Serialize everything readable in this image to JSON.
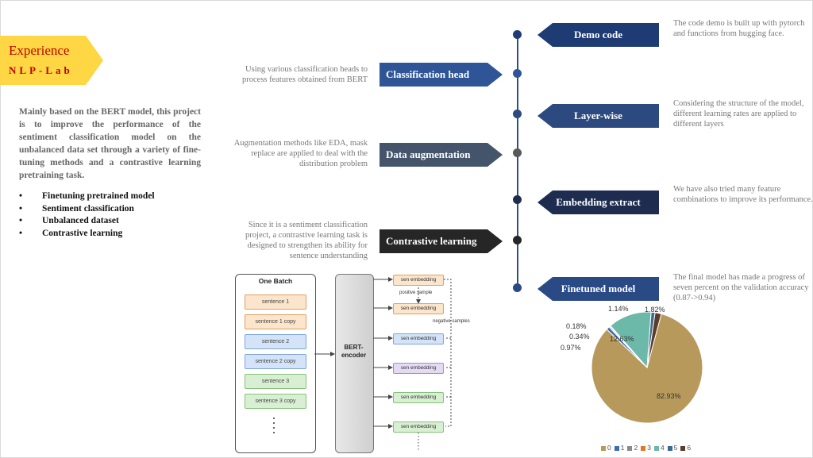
{
  "badge": {
    "title": "Experience",
    "subtitle": "NLP-Lab"
  },
  "description": "Mainly based on the BERT model, this project is to improve the performance of the sentiment classification model on the unbalanced data set through a variety of fine-tuning methods and a contrastive learning pretraining task.",
  "bullets": [
    "Finetuning pretrained model",
    "Sentiment classification",
    "Unbalanced dataset",
    "Contrastive learning"
  ],
  "right_items": [
    {
      "label": "Demo code",
      "note": "The code demo is built up with pytorch and functions from hugging face.",
      "color": "#1f3b73"
    },
    {
      "label": "Layer-wise",
      "note": "Considering the structure of the model, different learning rates are applied to different layers",
      "color": "#2c4a80"
    },
    {
      "label": "Embedding extract",
      "note": "We have also tried many feature combinations to improve its performance.",
      "color": "#1e2d4f"
    },
    {
      "label": "Finetuned model",
      "note": "The final model has made a progress of seven percent on the validation accuracy (0.87->0.94)",
      "color": "#2a4a86"
    }
  ],
  "left_items": [
    {
      "label": "Classification head",
      "note": "Using various classification heads to process features obtained from BERT",
      "color": "#2f5597"
    },
    {
      "label": "Data augmentation",
      "note": "Augmentation methods like EDA, mask replace are applied to deal with the distribution problem",
      "color": "#44546a"
    },
    {
      "label": "Contrastive learning",
      "note": "Since it is a sentiment classification project, a contrastive learning task is designed to strengthen its ability for sentence understanding",
      "color": "#262626"
    }
  ],
  "diagram": {
    "batch_title": "One Batch",
    "sentences": [
      "sentence 1",
      "sentence 1 copy",
      "sentence 2",
      "sentence 2 copy",
      "sentence 3",
      "sentence 3 copy"
    ],
    "encoder": "BERT-encoder",
    "embedding_label": "sen embedding",
    "positive_label": "positive sample",
    "negative_label": "negative samples"
  },
  "chart_data": {
    "type": "pie",
    "categories": [
      "0",
      "1",
      "2",
      "3",
      "4",
      "5",
      "6"
    ],
    "values": [
      82.93,
      0.97,
      0.34,
      0.18,
      12.63,
      1.14,
      1.82
    ],
    "labels": [
      "82.93%",
      "0.97%",
      "0.34%",
      "0.18%",
      "12.63%",
      "1.14%",
      "1.82%"
    ],
    "colors": [
      "#b8995c",
      "#3f6db3",
      "#8a8a8a",
      "#e07a2a",
      "#6cb9a9",
      "#3d6a8e",
      "#5a3d2b"
    ],
    "legend_position": "bottom"
  }
}
